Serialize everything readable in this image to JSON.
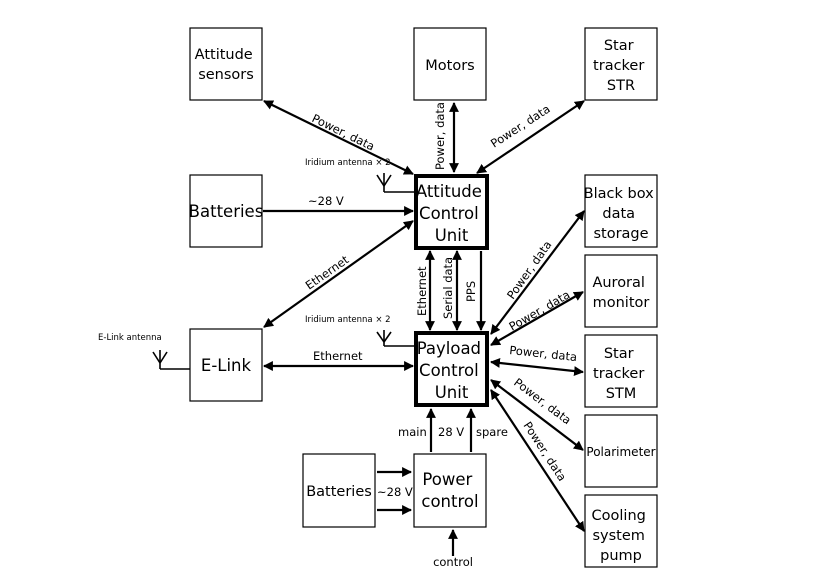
{
  "boxes": {
    "attitude_sensors": [
      "Attitude",
      "sensors"
    ],
    "motors": [
      "Motors"
    ],
    "star_tracker_str": [
      "Star",
      "tracker",
      "STR"
    ],
    "batteries_top": [
      "Batteries"
    ],
    "acu": [
      "Attitude",
      "Control",
      "Unit"
    ],
    "black_box": [
      "Black box",
      "data",
      "storage"
    ],
    "auroral": [
      "Auroral",
      "monitor"
    ],
    "elink": [
      "E-Link"
    ],
    "pcu": [
      "Payload",
      "Control",
      "Unit"
    ],
    "star_tracker_stm": [
      "Star",
      "tracker",
      "STM"
    ],
    "polarimeter": [
      "Polarimeter"
    ],
    "batteries_bottom": [
      "Batteries"
    ],
    "power_control": [
      "Power",
      "control"
    ],
    "cooling": [
      "Cooling",
      "system",
      "pump"
    ]
  },
  "labels": {
    "power_data": "Power, data",
    "v28_tilde": "~28 V",
    "v28": "28 V",
    "ethernet": "Ethernet",
    "serial_data": "Serial data",
    "pps": "PPS",
    "main": "main",
    "spare": "spare",
    "control": "control",
    "iridium": "Iridium antenna × 2",
    "elink_antenna": "E-Link antenna"
  },
  "colors": {
    "stroke": "#000000",
    "background": "#ffffff"
  }
}
